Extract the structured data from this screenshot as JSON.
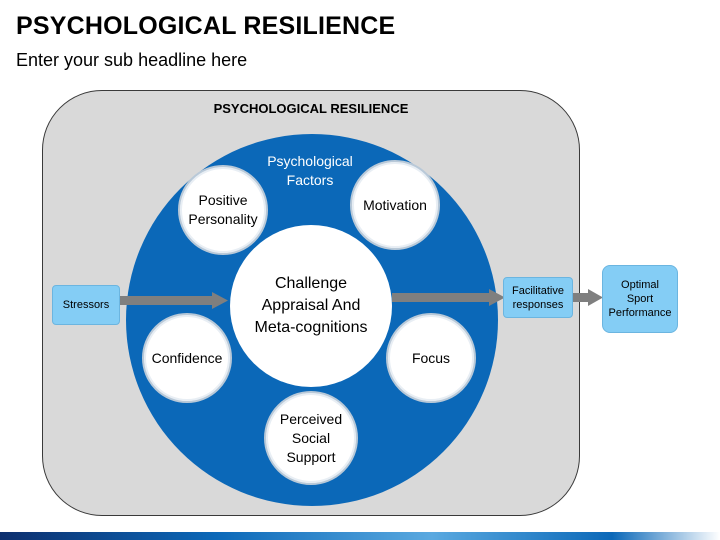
{
  "header": {
    "title": "PSYCHOLOGICAL RESILIENCE",
    "subtitle": "Enter your sub headline here"
  },
  "diagram": {
    "panel_title": "PSYCHOLOGICAL RESILIENCE",
    "ring_caption": "Psychological Factors",
    "center_label": "Challenge Appraisal And Meta-cognitions",
    "factors": {
      "positive_personality": "Positive Personality",
      "motivation": "Motivation",
      "confidence": "Confidence",
      "focus": "Focus",
      "perceived_social_support": "Perceived Social Support"
    },
    "input_box": "Stressors",
    "output_box": "Facilitative responses",
    "result_box": "Optimal Sport Performance"
  },
  "colors": {
    "ring": "#0b68b8",
    "panel": "#d9d9d9",
    "light_box": "#84cdf5",
    "arrow": "#7f7f7f"
  }
}
